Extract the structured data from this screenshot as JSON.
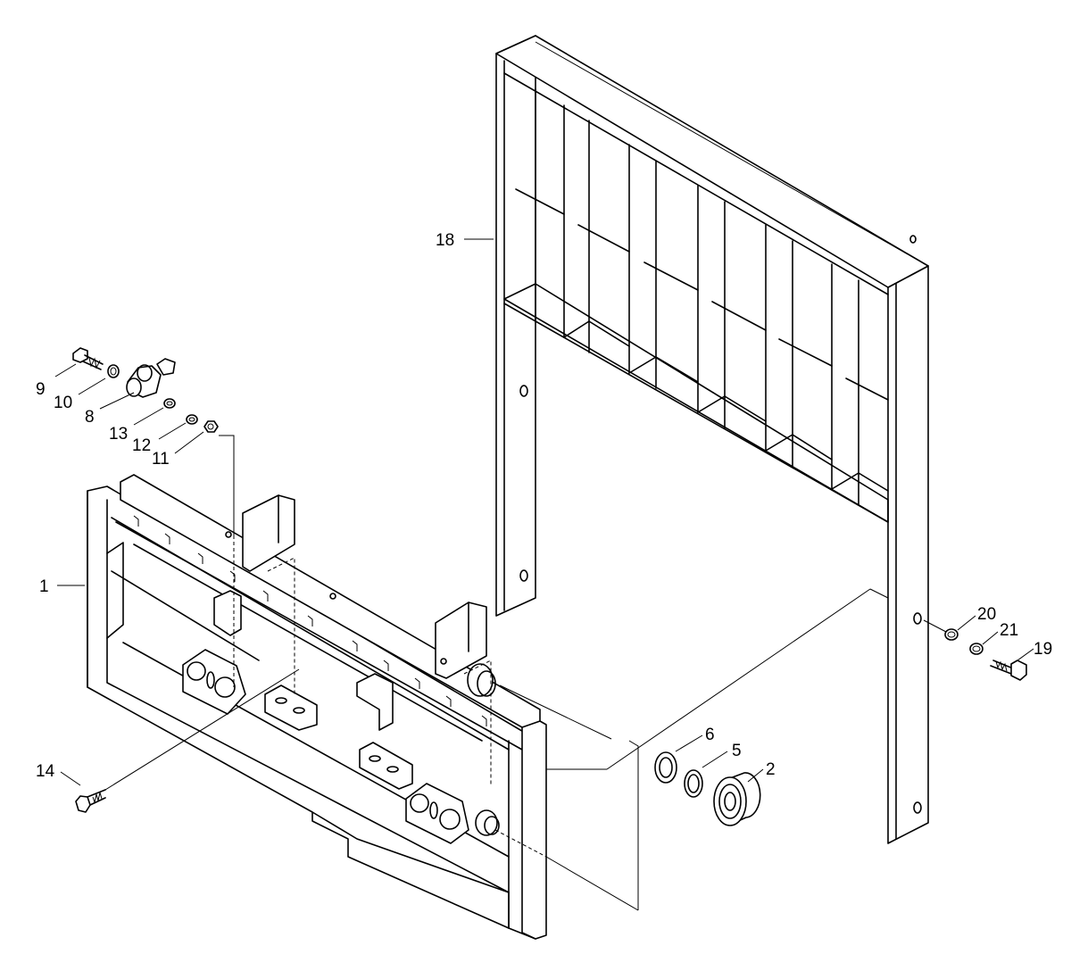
{
  "callouts": {
    "c1": "1",
    "c2": "2",
    "c5": "5",
    "c6": "6",
    "c8": "8",
    "c9": "9",
    "c10": "10",
    "c11": "11",
    "c12": "12",
    "c13": "13",
    "c14": "14",
    "c18": "18",
    "c19": "19",
    "c20": "20",
    "c21": "21"
  }
}
